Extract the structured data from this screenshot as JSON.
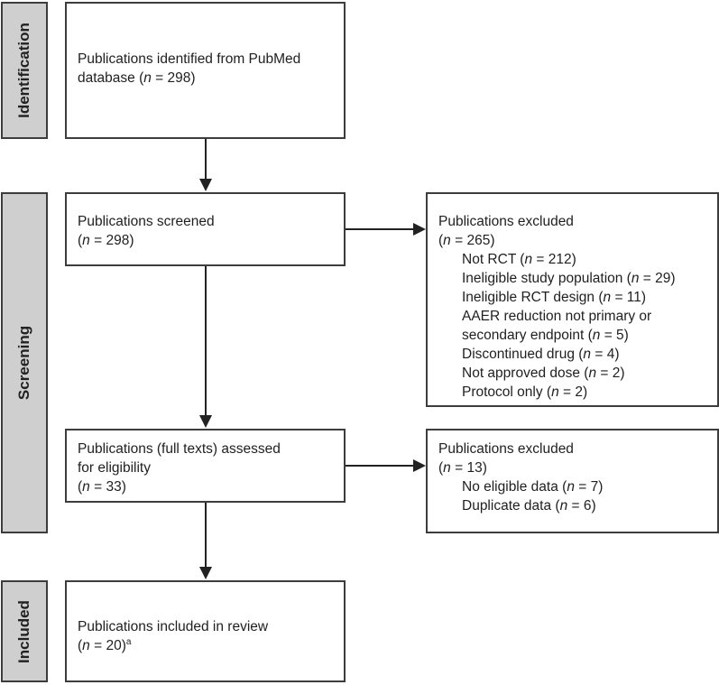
{
  "stages": {
    "identification": "Identification",
    "screening": "Screening",
    "included": "Included"
  },
  "boxes": {
    "identified": {
      "line1": "Publications identified from PubMed",
      "line2_pre": "database (",
      "n": "n",
      "line2_post": " = 298)"
    },
    "screened": {
      "line1": "Publications screened",
      "line2_pre": "(",
      "n": "n",
      "line2_post": " = 298)"
    },
    "excluded_1": {
      "title": "Publications excluded",
      "total_pre": "(",
      "n": "n",
      "total_post": " = 265)",
      "reasons": [
        {
          "pre": "Not RCT (",
          "n": "n",
          "post": " = 212)"
        },
        {
          "pre": "Ineligible study population (",
          "n": "n",
          "post": " = 29)"
        },
        {
          "pre": "Ineligible RCT design (",
          "n": "n",
          "post": " = 11)"
        },
        {
          "pre": "AAER reduction not primary or",
          "n": "",
          "post": ""
        },
        {
          "pre": "secondary endpoint (",
          "n": "n",
          "post": " = 5)"
        },
        {
          "pre": "Discontinued drug (",
          "n": "n",
          "post": " = 4)"
        },
        {
          "pre": "Not approved dose (",
          "n": "n",
          "post": " = 2)"
        },
        {
          "pre": "Protocol only (",
          "n": "n",
          "post": " = 2)"
        }
      ]
    },
    "assessed": {
      "line1": "Publications (full texts) assessed",
      "line2": "for eligibility",
      "line3_pre": "(",
      "n": "n",
      "line3_post": " = 33)"
    },
    "excluded_2": {
      "title": "Publications excluded",
      "total_pre": "(",
      "n": "n",
      "total_post": " = 13)",
      "reasons": [
        {
          "pre": "No eligible data (",
          "n": "n",
          "post": " = 7)"
        },
        {
          "pre": "Duplicate data (",
          "n": "n",
          "post": " = 6)"
        }
      ]
    },
    "included": {
      "line1": "Publications included in review",
      "line2_pre": "(",
      "n": "n",
      "line2_post": " = 20)",
      "footnote": "a"
    }
  }
}
